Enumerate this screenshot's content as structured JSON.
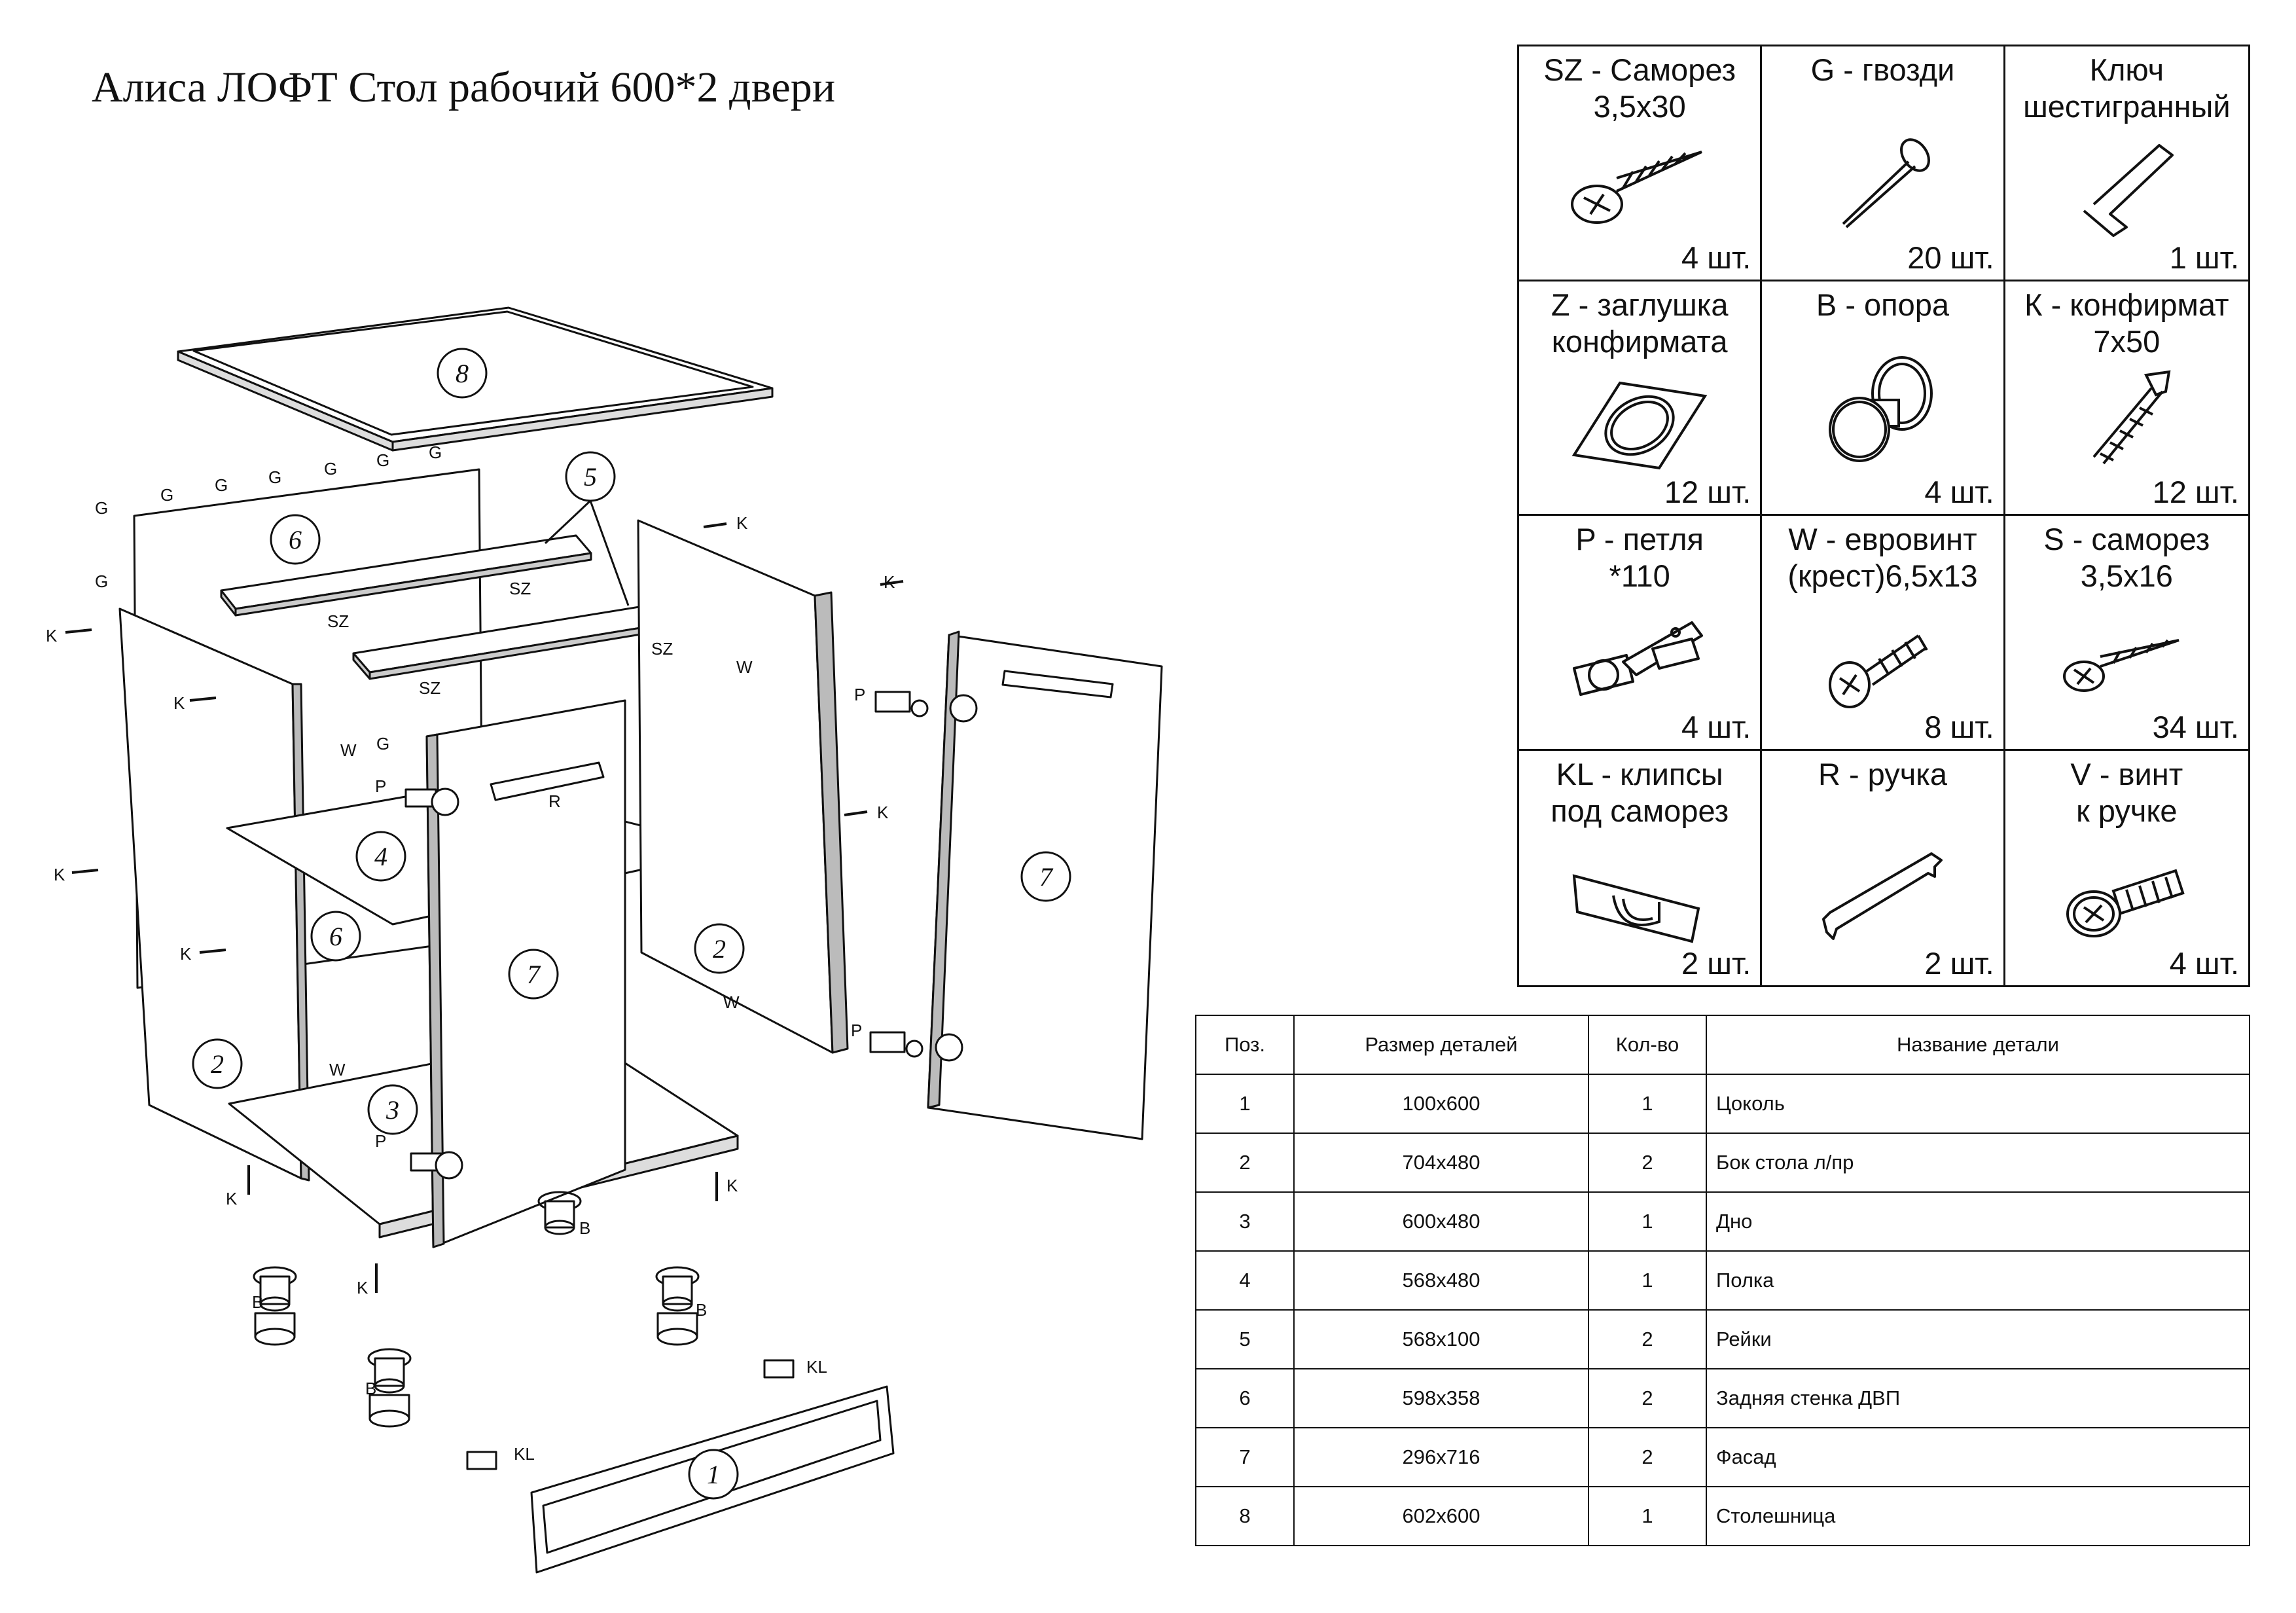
{
  "title": "Алиса ЛОФТ Стол рабочий 600*2 двери",
  "diagram": {
    "callouts": [
      "8",
      "5",
      "6",
      "4",
      "6",
      "7",
      "7",
      "2",
      "2",
      "3",
      "1"
    ],
    "labels": {
      "G": "G",
      "K": "K",
      "SZ": "SZ",
      "W": "W",
      "P": "P",
      "R": "R",
      "B": "B",
      "KL": "KL"
    }
  },
  "hardware": [
    {
      "code_name": "SZ - Саморез\n3,5х30",
      "qty": "4 шт.",
      "icon": "screw-icon"
    },
    {
      "code_name": "G - гвозди",
      "qty": "20 шт.",
      "icon": "nail-icon"
    },
    {
      "code_name": "Ключ\nшестигранный",
      "qty": "1 шт.",
      "icon": "hex-key-icon"
    },
    {
      "code_name": "Z - заглушка\nконфирмата",
      "qty": "12 шт.",
      "icon": "cap-sticker-icon"
    },
    {
      "code_name": "B - опора",
      "qty": "4 шт.",
      "icon": "support-foot-icon"
    },
    {
      "code_name": "К - конфирмат\n7х50",
      "qty": "12 шт.",
      "icon": "confirmat-icon"
    },
    {
      "code_name": "P - петля\n*110",
      "qty": "4 шт.",
      "icon": "hinge-icon"
    },
    {
      "code_name": "W - евровинт\n(крест)6,5х13",
      "qty": "8 шт.",
      "icon": "euro-screw-icon"
    },
    {
      "code_name": "S - саморез\n3,5х16",
      "qty": "34 шт.",
      "icon": "short-screw-icon"
    },
    {
      "code_name": "KL - клипсы\nпод саморез",
      "qty": "2 шт.",
      "icon": "clip-icon"
    },
    {
      "code_name": "R - ручка",
      "qty": "2 шт.",
      "icon": "handle-icon"
    },
    {
      "code_name": "V - винт\nк ручке",
      "qty": "4 шт.",
      "icon": "handle-screw-icon"
    }
  ],
  "parts_table": {
    "headers": [
      "Поз.",
      "Размер деталей",
      "Кол-во",
      "Название детали"
    ],
    "rows": [
      [
        "1",
        "100х600",
        "1",
        "Цоколь"
      ],
      [
        "2",
        "704х480",
        "2",
        "Бок стола л/пр"
      ],
      [
        "3",
        "600х480",
        "1",
        "Дно"
      ],
      [
        "4",
        "568х480",
        "1",
        "Полка"
      ],
      [
        "5",
        "568х100",
        "2",
        "Рейки"
      ],
      [
        "6",
        "598х358",
        "2",
        "Задняя стенка ДВП"
      ],
      [
        "7",
        "296х716",
        "2",
        "Фасад"
      ],
      [
        "8",
        "602х600",
        "1",
        "Столешница"
      ]
    ]
  }
}
